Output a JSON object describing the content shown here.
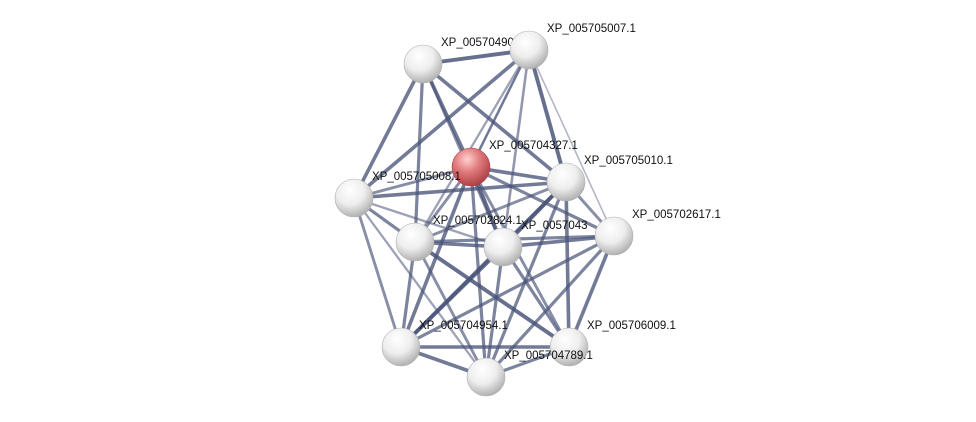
{
  "network": {
    "colors": {
      "edge": "#4a5478",
      "node": "#e8e8e8",
      "query_node": "#d9575c"
    },
    "nodes": [
      {
        "id": "A",
        "label": "XP_00570490",
        "query": false
      },
      {
        "id": "B",
        "label": "XP_005705007.1",
        "query": false
      },
      {
        "id": "C",
        "label": "XP_005704327.1",
        "query": true
      },
      {
        "id": "E",
        "label": "XP_005705008.1",
        "query": false
      },
      {
        "id": "D",
        "label": "XP_005705010.1",
        "query": false
      },
      {
        "id": "F",
        "label": "XP_005702824.1",
        "query": false
      },
      {
        "id": "G",
        "label": "XP_0057043",
        "query": false
      },
      {
        "id": "H",
        "label": "XP_005702617.1",
        "query": false
      },
      {
        "id": "I",
        "label": "XP_005704954.1",
        "query": false
      },
      {
        "id": "J",
        "label": "XP_005706009.1",
        "query": false
      },
      {
        "id": "K",
        "label": "XP_005704789.1",
        "query": false
      }
    ],
    "edges": [
      [
        "A",
        "B",
        0.9
      ],
      [
        "A",
        "E",
        0.8
      ],
      [
        "A",
        "F",
        0.7
      ],
      [
        "A",
        "C",
        0.8
      ],
      [
        "A",
        "D",
        0.8
      ],
      [
        "A",
        "G",
        0.6
      ],
      [
        "B",
        "E",
        0.8
      ],
      [
        "B",
        "C",
        0.5
      ],
      [
        "B",
        "D",
        0.9
      ],
      [
        "B",
        "F",
        0.4
      ],
      [
        "B",
        "G",
        0.5
      ],
      [
        "B",
        "H",
        0.2
      ],
      [
        "B",
        "C",
        0.3
      ],
      [
        "C",
        "E",
        0.6
      ],
      [
        "C",
        "D",
        0.8
      ],
      [
        "C",
        "F",
        0.6
      ],
      [
        "C",
        "G",
        0.9
      ],
      [
        "C",
        "H",
        0.7
      ],
      [
        "C",
        "I",
        0.8
      ],
      [
        "C",
        "K",
        0.7
      ],
      [
        "C",
        "J",
        0.6
      ],
      [
        "E",
        "D",
        0.8
      ],
      [
        "E",
        "F",
        0.7
      ],
      [
        "E",
        "I",
        0.6
      ],
      [
        "E",
        "K",
        0.4
      ],
      [
        "E",
        "G",
        0.4
      ],
      [
        "D",
        "F",
        0.6
      ],
      [
        "D",
        "G",
        0.9
      ],
      [
        "D",
        "H",
        0.6
      ],
      [
        "D",
        "I",
        0.8
      ],
      [
        "D",
        "K",
        0.7
      ],
      [
        "D",
        "J",
        0.8
      ],
      [
        "F",
        "G",
        0.8
      ],
      [
        "F",
        "H",
        0.7
      ],
      [
        "F",
        "I",
        0.7
      ],
      [
        "F",
        "K",
        0.6
      ],
      [
        "F",
        "J",
        0.9
      ],
      [
        "G",
        "H",
        0.8
      ],
      [
        "G",
        "I",
        0.9
      ],
      [
        "G",
        "K",
        0.7
      ],
      [
        "G",
        "J",
        0.7
      ],
      [
        "H",
        "I",
        0.7
      ],
      [
        "H",
        "K",
        0.7
      ],
      [
        "H",
        "J",
        0.8
      ],
      [
        "I",
        "K",
        0.8
      ],
      [
        "I",
        "J",
        0.8
      ],
      [
        "K",
        "J",
        0.7
      ]
    ]
  }
}
